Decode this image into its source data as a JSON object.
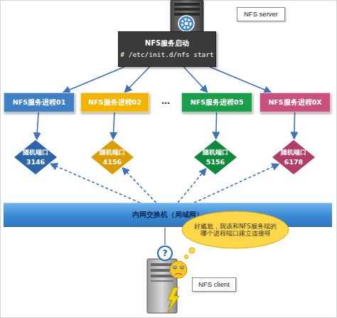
{
  "diagram": {
    "nodes": [
      {
        "text": [
          "NFS server"
        ]
      },
      {
        "text": [
          "NFS服务启动",
          "# /etc/init.d/nfs start"
        ]
      },
      {
        "text": [
          "NFS服务进程01"
        ]
      },
      {
        "text": [
          "NFS服务进程02"
        ]
      },
      {
        "text": [
          "NFS服务进程05"
        ]
      },
      {
        "text": [
          "NFS服务进程0X"
        ]
      },
      {
        "text": [
          "随机端口",
          "3146"
        ]
      },
      {
        "text": [
          "随机端口",
          "4156"
        ]
      },
      {
        "text": [
          "随机端口",
          "5156"
        ]
      },
      {
        "text": [
          "随机端口",
          "6178"
        ]
      },
      {
        "text": [
          "内网交换机（局域网）"
        ]
      },
      {
        "text": [
          "好尴尬，我该和NFS服务端的哪个进程端口建立连接呀"
        ]
      },
      {
        "text": [
          "NFS client"
        ]
      }
    ],
    "edges": [
      {
        "from": 1,
        "to": 2,
        "arrow": "to"
      },
      {
        "from": 1,
        "to": 3,
        "arrow": "to"
      },
      {
        "from": 1,
        "to": 4,
        "arrow": "to"
      },
      {
        "from": 1,
        "to": 5,
        "arrow": "to"
      },
      {
        "from": 2,
        "to": 6,
        "arrow": "to"
      },
      {
        "from": 3,
        "to": 7,
        "arrow": "to"
      },
      {
        "from": 4,
        "to": 8,
        "arrow": "to"
      },
      {
        "from": 5,
        "to": 9,
        "arrow": "to"
      },
      {
        "from": 10,
        "to": 6,
        "arrow": "to"
      },
      {
        "from": 10,
        "to": 7,
        "arrow": "to"
      },
      {
        "from": 10,
        "to": 8,
        "arrow": "to"
      },
      {
        "from": 10,
        "to": 9,
        "arrow": "to"
      }
    ],
    "labels": [
      "…",
      "?"
    ]
  }
}
